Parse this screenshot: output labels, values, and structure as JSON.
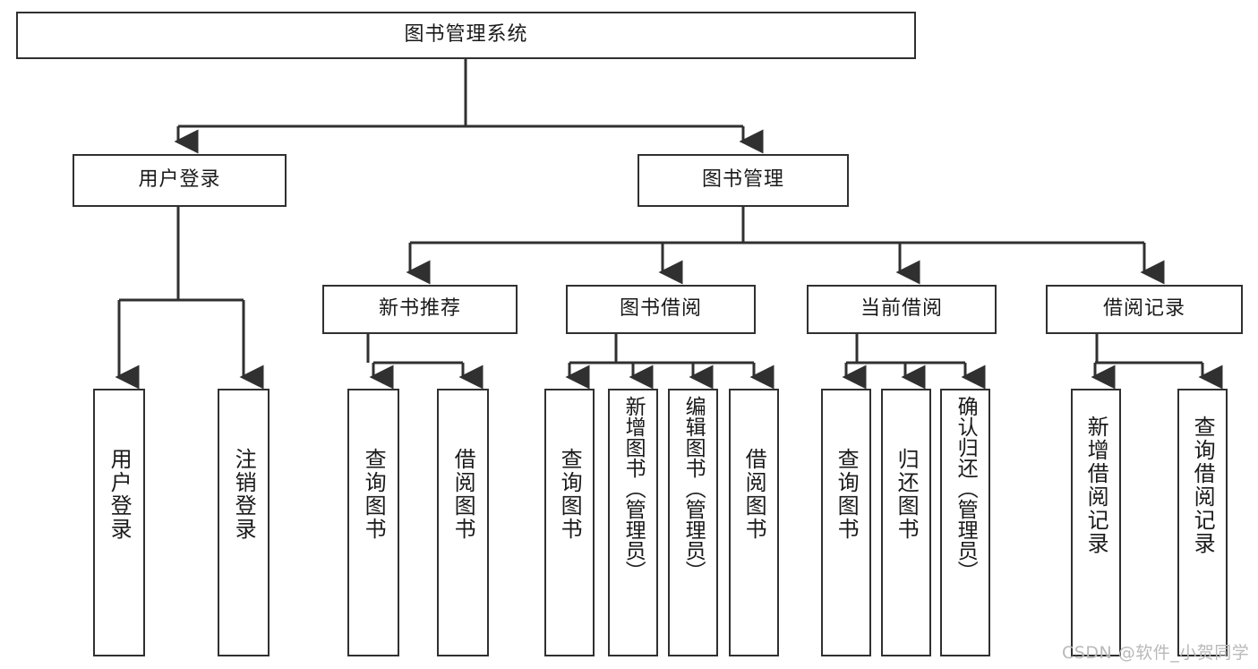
{
  "diagram": {
    "title": "图书管理系统",
    "type": "tree-hierarchy-diagram",
    "stroke_color": "#303030",
    "fill_color": "#ffffff",
    "text_color": "#1a1a1a",
    "root": {
      "label": "图书管理系统"
    },
    "level2": [
      {
        "label": "用户登录"
      },
      {
        "label": "图书管理"
      }
    ],
    "level3": [
      {
        "label": "新书推荐"
      },
      {
        "label": "图书借阅"
      },
      {
        "label": "当前借阅"
      },
      {
        "label": "借阅记录"
      }
    ],
    "leaves": {
      "user_login": [
        {
          "label": "用户登录"
        },
        {
          "label": "注销登录"
        }
      ],
      "new_book_recommend": [
        {
          "label": "查询图书"
        },
        {
          "label": "借阅图书"
        }
      ],
      "book_borrow": [
        {
          "label": "查询图书"
        },
        {
          "label": "新增图书（管理员）"
        },
        {
          "label": "编辑图书（管理员）"
        },
        {
          "label": "借阅图书"
        }
      ],
      "current_borrow": [
        {
          "label": "查询图书"
        },
        {
          "label": "归还图书"
        },
        {
          "label": "确认归还（管理员）"
        }
      ],
      "borrow_record": [
        {
          "label": "新增借阅记录"
        },
        {
          "label": "查询借阅记录"
        }
      ]
    }
  },
  "watermark": {
    "text": "CSDN @软件_小贺同学"
  }
}
